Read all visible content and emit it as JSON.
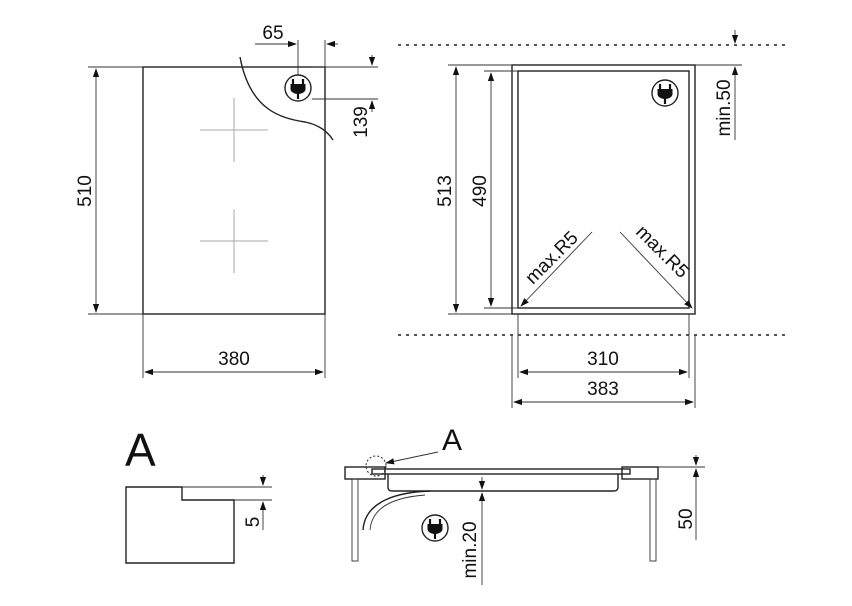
{
  "top_view": {
    "width_label": "380",
    "height_label": "510",
    "plug_offset_x_label": "65",
    "plug_offset_y_label": "139"
  },
  "cutout_view": {
    "outer_height_label": "513",
    "inner_height_label": "490",
    "min_top_label": "min.50",
    "radius_left_label": "max.R5",
    "radius_right_label": "max.R5",
    "inner_width_label": "310",
    "outer_width_label": "383"
  },
  "detail": {
    "letter": "A",
    "depth_label": "5"
  },
  "section_view": {
    "detail_letter": "A",
    "height_label": "50",
    "min_clearance_label": "min.20"
  },
  "icons": [
    "plug-icon"
  ]
}
